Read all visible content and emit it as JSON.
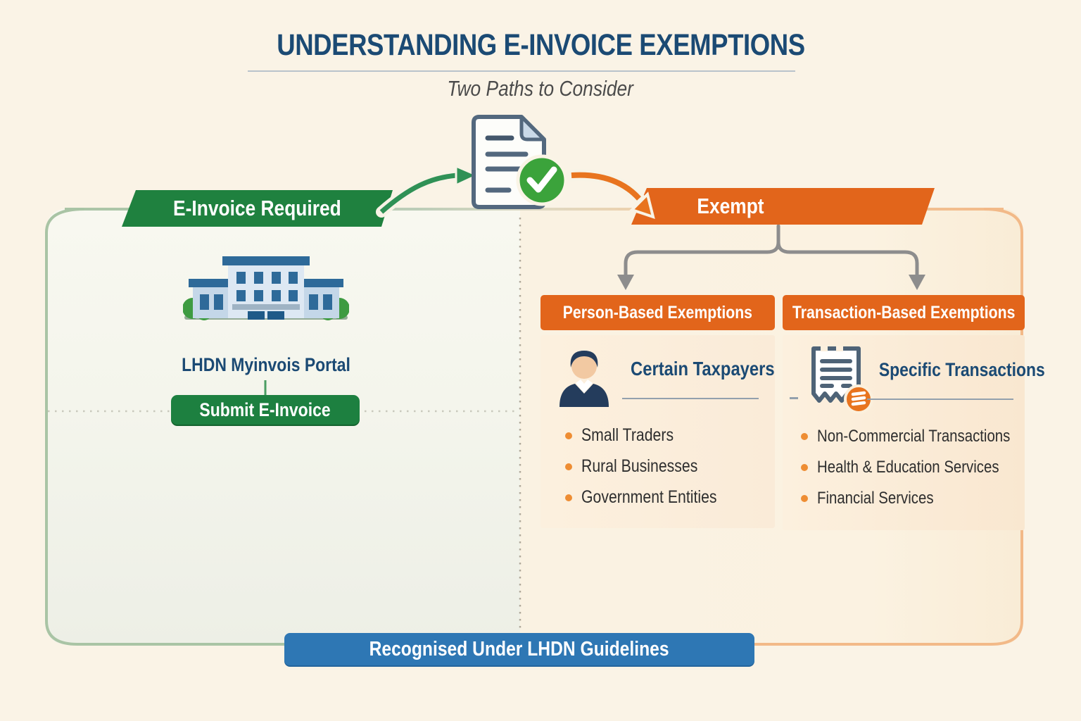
{
  "title": "UNDERSTANDING E-INVOICE EXEMPTIONS",
  "subtitle": "Two Paths to Consider",
  "colors": {
    "green": "#1f813f",
    "orange": "#e2651b",
    "blue": "#2e77b4",
    "navy": "#1b4a74",
    "bullet_orange": "#ee8d33",
    "frame_green": "#a9c4a5",
    "frame_orange": "#f2b988"
  },
  "center": {
    "icon": "document-check-icon"
  },
  "left_path": {
    "banner": "E-Invoice Required",
    "icon": "government-building-icon",
    "portal_label": "LHDN Myinvois Portal",
    "submit_label": "Submit E-Invoice"
  },
  "right_path": {
    "banner": "Exempt",
    "person_box": {
      "header": "Person-Based Exemptions",
      "icon": "person-icon",
      "heading": "Certain Taxpayers",
      "items": [
        "Small Traders",
        "Rural Businesses",
        "Government Entities"
      ]
    },
    "transaction_box": {
      "header": "Transaction-Based Exemptions",
      "icon": "receipt-icon",
      "heading": "Specific Transactions",
      "items": [
        "Non-Commercial Transactions",
        "Health & Education Services",
        "Financial Services"
      ]
    }
  },
  "footer": {
    "label": "Recognised Under LHDN Guidelines"
  }
}
